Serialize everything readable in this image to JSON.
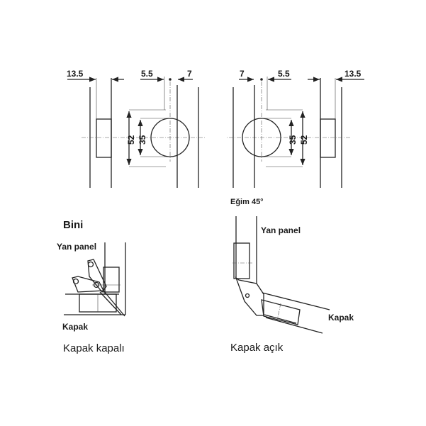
{
  "dimensions": {
    "left": {
      "overlay": "13.5",
      "offset": "5.5",
      "edge": "7",
      "hole_spacing": "52",
      "cup_diameter": "35"
    },
    "right": {
      "overlay": "13.5",
      "offset": "5.5",
      "edge": "7",
      "hole_spacing": "52",
      "cup_diameter": "35"
    }
  },
  "labels": {
    "incline": "Eğim 45°",
    "type": "Bini",
    "closed_side_panel": "Yan panel",
    "closed_door": "Kapak",
    "closed_caption": "Kapak kapalı",
    "open_side_panel": "Yan panel",
    "open_door": "Kapak",
    "open_caption": "Kapak açık"
  }
}
